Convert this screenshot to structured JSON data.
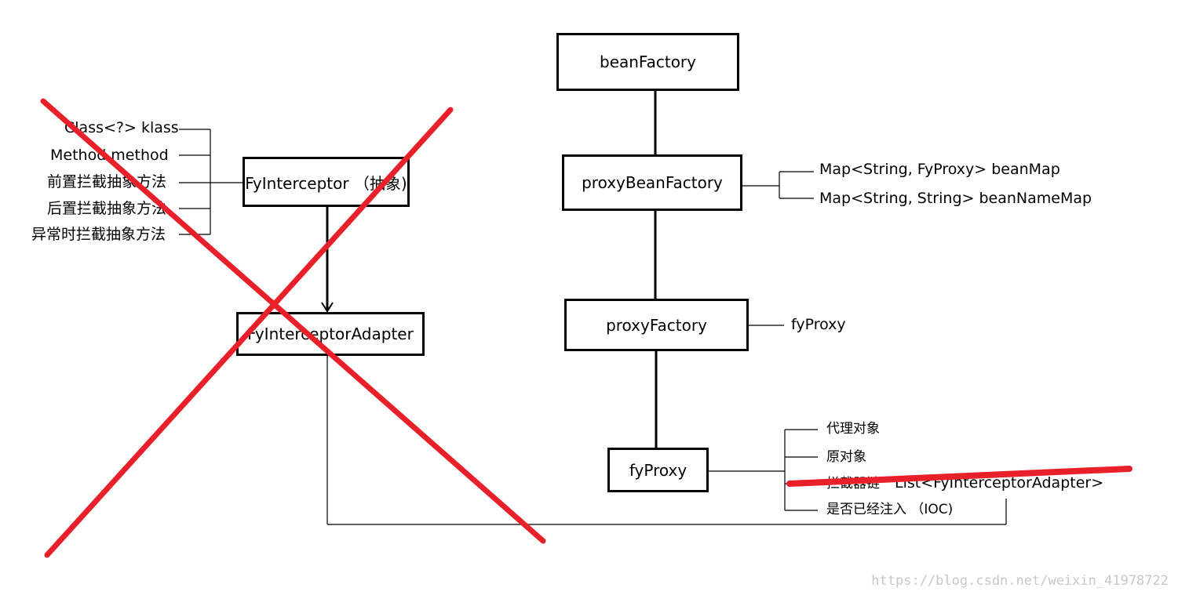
{
  "left": {
    "fields": [
      "Class<?> klass",
      "Method method",
      "前置拦截抽象方法",
      "后置拦截抽象方法",
      "异常时拦截抽象方法"
    ],
    "interceptor_box": "FyInterceptor （抽象)",
    "adapter_box": "FyInterceptorAdapter"
  },
  "right": {
    "bean_factory": "beanFactory",
    "proxy_bean_factory": "proxyBeanFactory",
    "proxy_bean_factory_fields": [
      "Map<String, FyProxy> beanMap",
      "Map<String, String> beanNameMap"
    ],
    "proxy_factory": "proxyFactory",
    "proxy_factory_field": "fyProxy",
    "fy_proxy": "fyProxy",
    "fy_proxy_fields": [
      "代理对象",
      "原对象",
      "拦截器链",
      "是否已经注入 （IOC)"
    ],
    "list_type": "List<FyInterceptorAdapter>"
  },
  "watermark": "https://blog.csdn.net/weixin_41978722",
  "colors": {
    "strike": "#e8202a",
    "line": "#000000"
  }
}
